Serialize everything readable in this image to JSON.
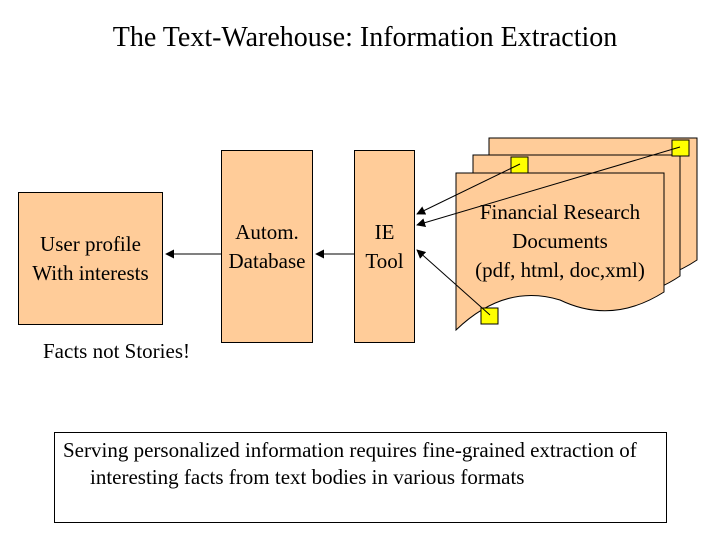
{
  "title": "The Text-Warehouse: Information Extraction",
  "user_box": {
    "line1": "User profile",
    "line2": "With interests"
  },
  "db_box": {
    "line1": "Autom.",
    "line2": "Database"
  },
  "ie_box": {
    "line1": "IE",
    "line2": "Tool"
  },
  "documents": {
    "line1": "Financial Research",
    "line2": "Documents",
    "line3": "(pdf, html, doc,xml)"
  },
  "caption": "Facts not Stories!",
  "note": "Serving personalized information requires fine-grained extraction of interesting facts from text bodies in various formats",
  "colors": {
    "box_fill": "#FFCC99",
    "marker_fill": "#FFFF00",
    "border": "#000000"
  }
}
